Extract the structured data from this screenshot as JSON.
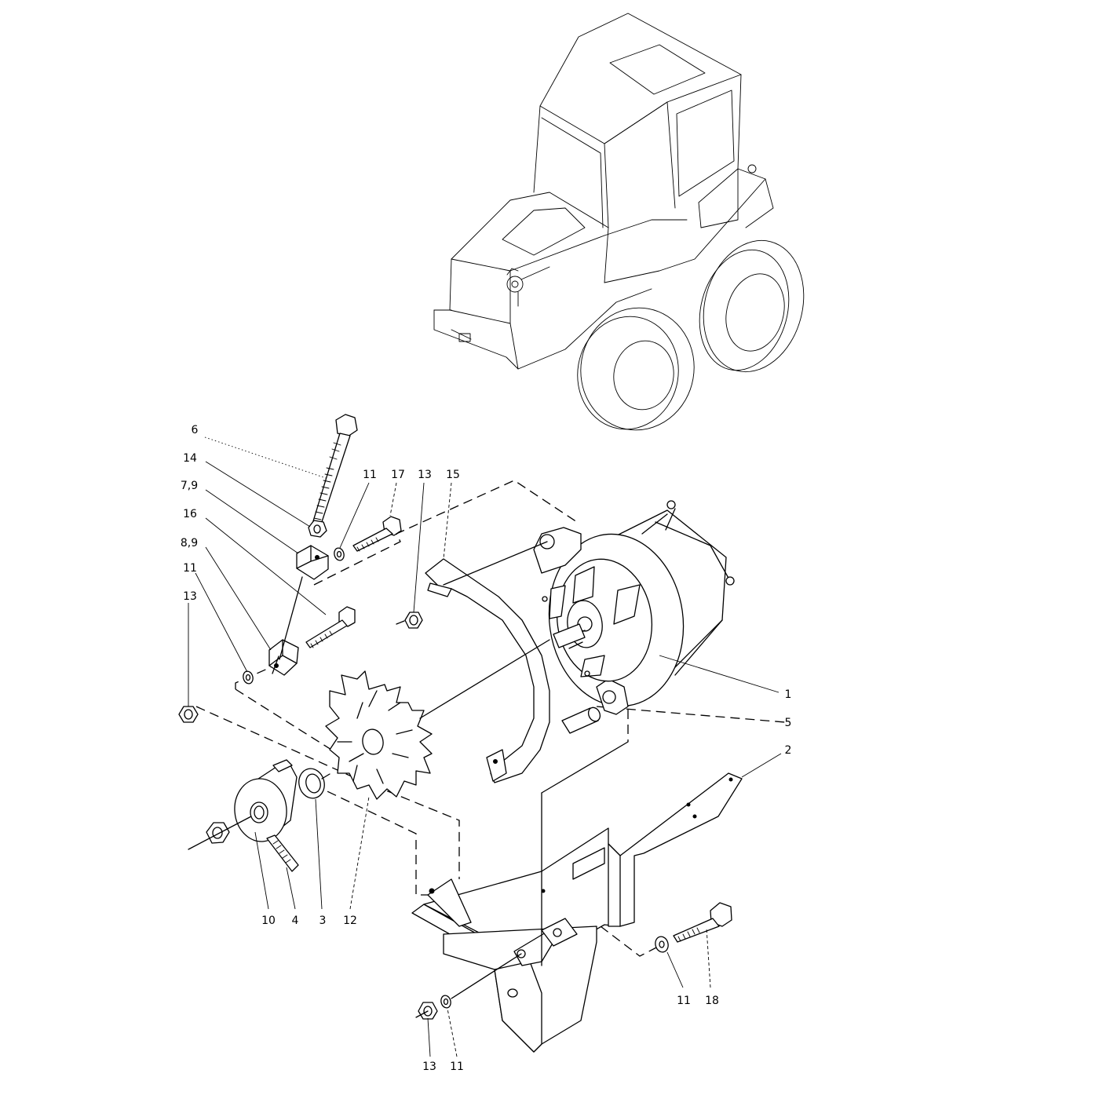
{
  "callouts": {
    "c6": "6",
    "c14": "14",
    "c79": "7,9",
    "c16": "16",
    "c89": "8,9",
    "c11a": "11",
    "c13a": "13",
    "c11b": "11",
    "c17": "17",
    "c13b": "13",
    "c15": "15",
    "c1": "1",
    "c5": "5",
    "c2": "2",
    "c10": "10",
    "c4": "4",
    "c3": "3",
    "c12": "12",
    "c11c": "11",
    "c18": "18",
    "c13c": "13",
    "c11d": "11"
  }
}
